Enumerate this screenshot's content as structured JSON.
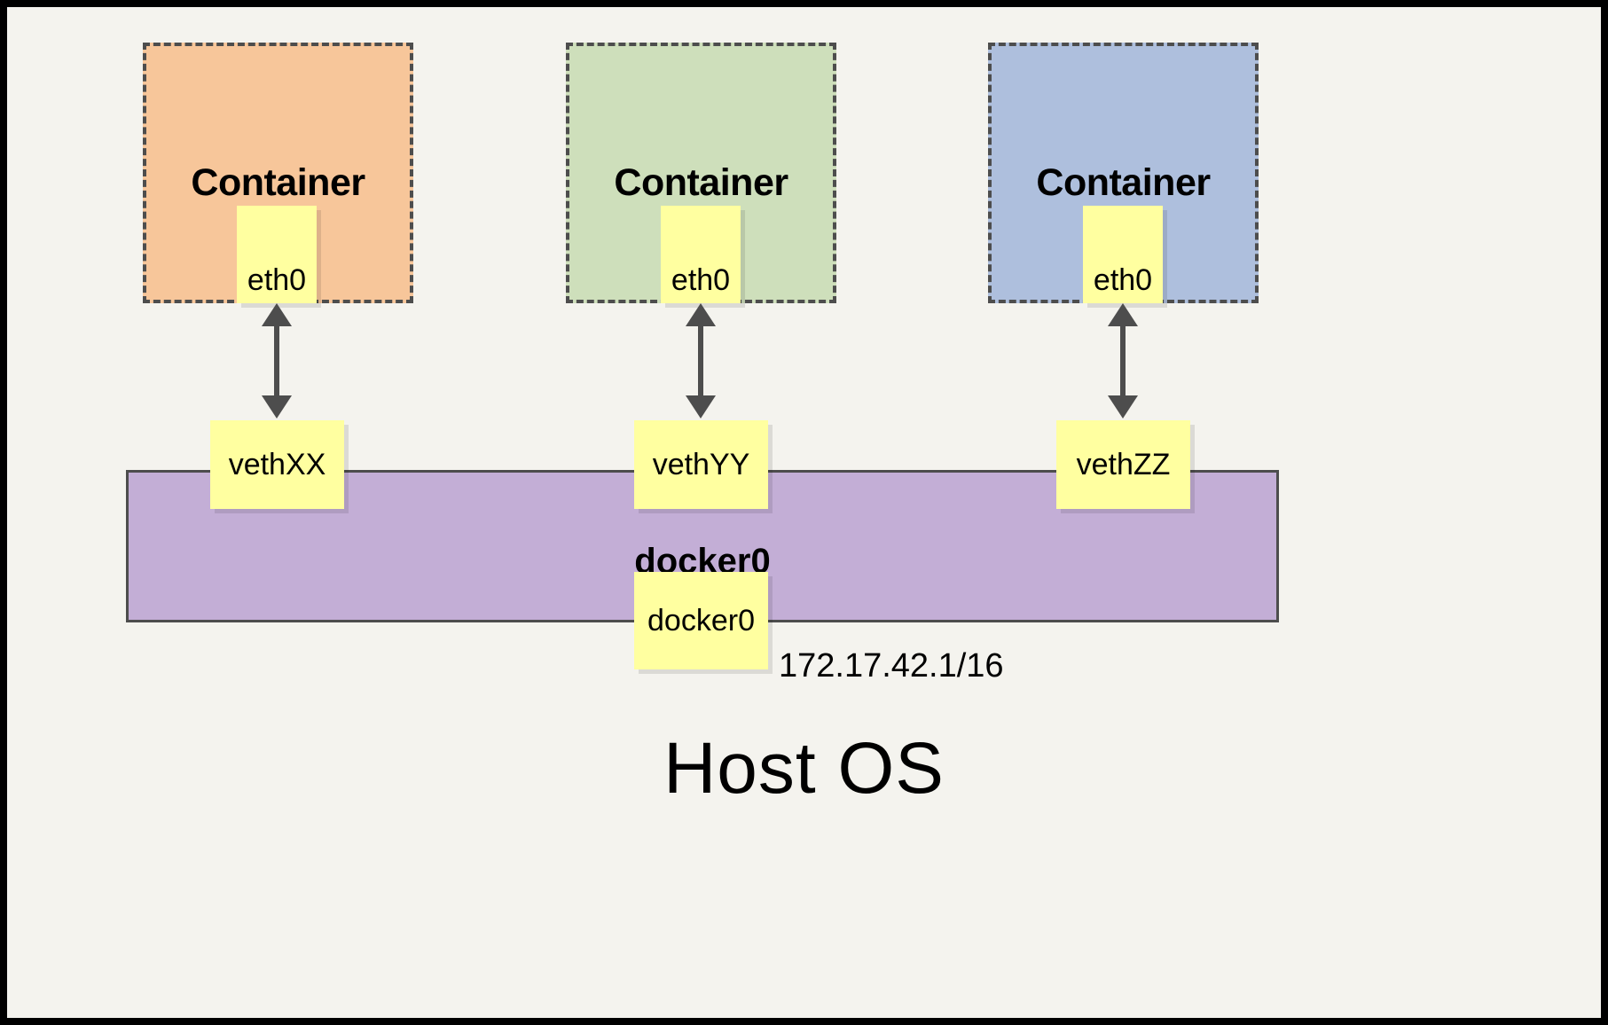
{
  "diagram": {
    "title": "Docker container networking via docker0 bridge",
    "background_color": "#f4f3ee",
    "border_color": "#000000",
    "host_label": "Host OS"
  },
  "containers": [
    {
      "title": "Container",
      "interface_label": "eth0",
      "fill_color": "#f7c69a",
      "border_color": "#4d4d4d"
    },
    {
      "title": "Container",
      "interface_label": "eth0",
      "fill_color": "#cedfbb",
      "border_color": "#4d4d4d"
    },
    {
      "title": "Container",
      "interface_label": "eth0",
      "fill_color": "#aebfdd",
      "border_color": "#4d4d4d"
    }
  ],
  "veth_pairs": [
    {
      "label": "vethXX"
    },
    {
      "label": "vethYY"
    },
    {
      "label": "vethZZ"
    }
  ],
  "bridge": {
    "name": "docker0",
    "interface_label": "docker0",
    "ip_address": "172.17.42.1/16",
    "fill_color": "#c3aed6",
    "border_color": "#4d4d4d"
  },
  "chip_color": "#ffffa0",
  "arrow_color": "#4d4d4d"
}
